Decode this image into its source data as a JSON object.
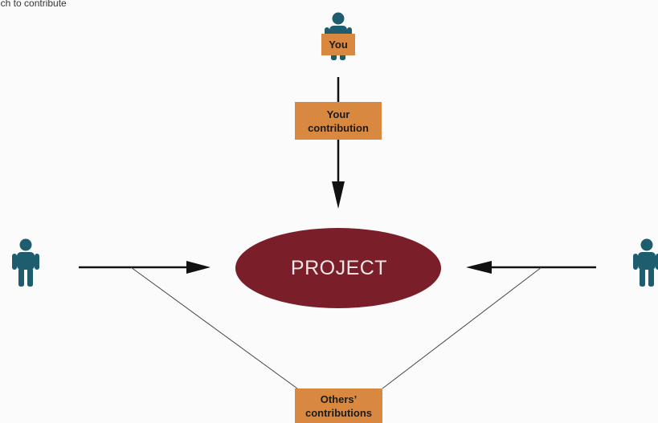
{
  "caption": "uch to contribute",
  "labels": {
    "you": "You",
    "your_contribution_line1": "Your",
    "your_contribution_line2": "contribution",
    "project": "PROJECT",
    "others_line1": "Others’",
    "others_line2": "contributions"
  },
  "icons": {
    "person": "person-icon"
  },
  "colors": {
    "person": "#1d5d6e",
    "box": "#d9893f",
    "project": "#7a1f2a",
    "arrow": "#111111",
    "connector": "#444444"
  }
}
